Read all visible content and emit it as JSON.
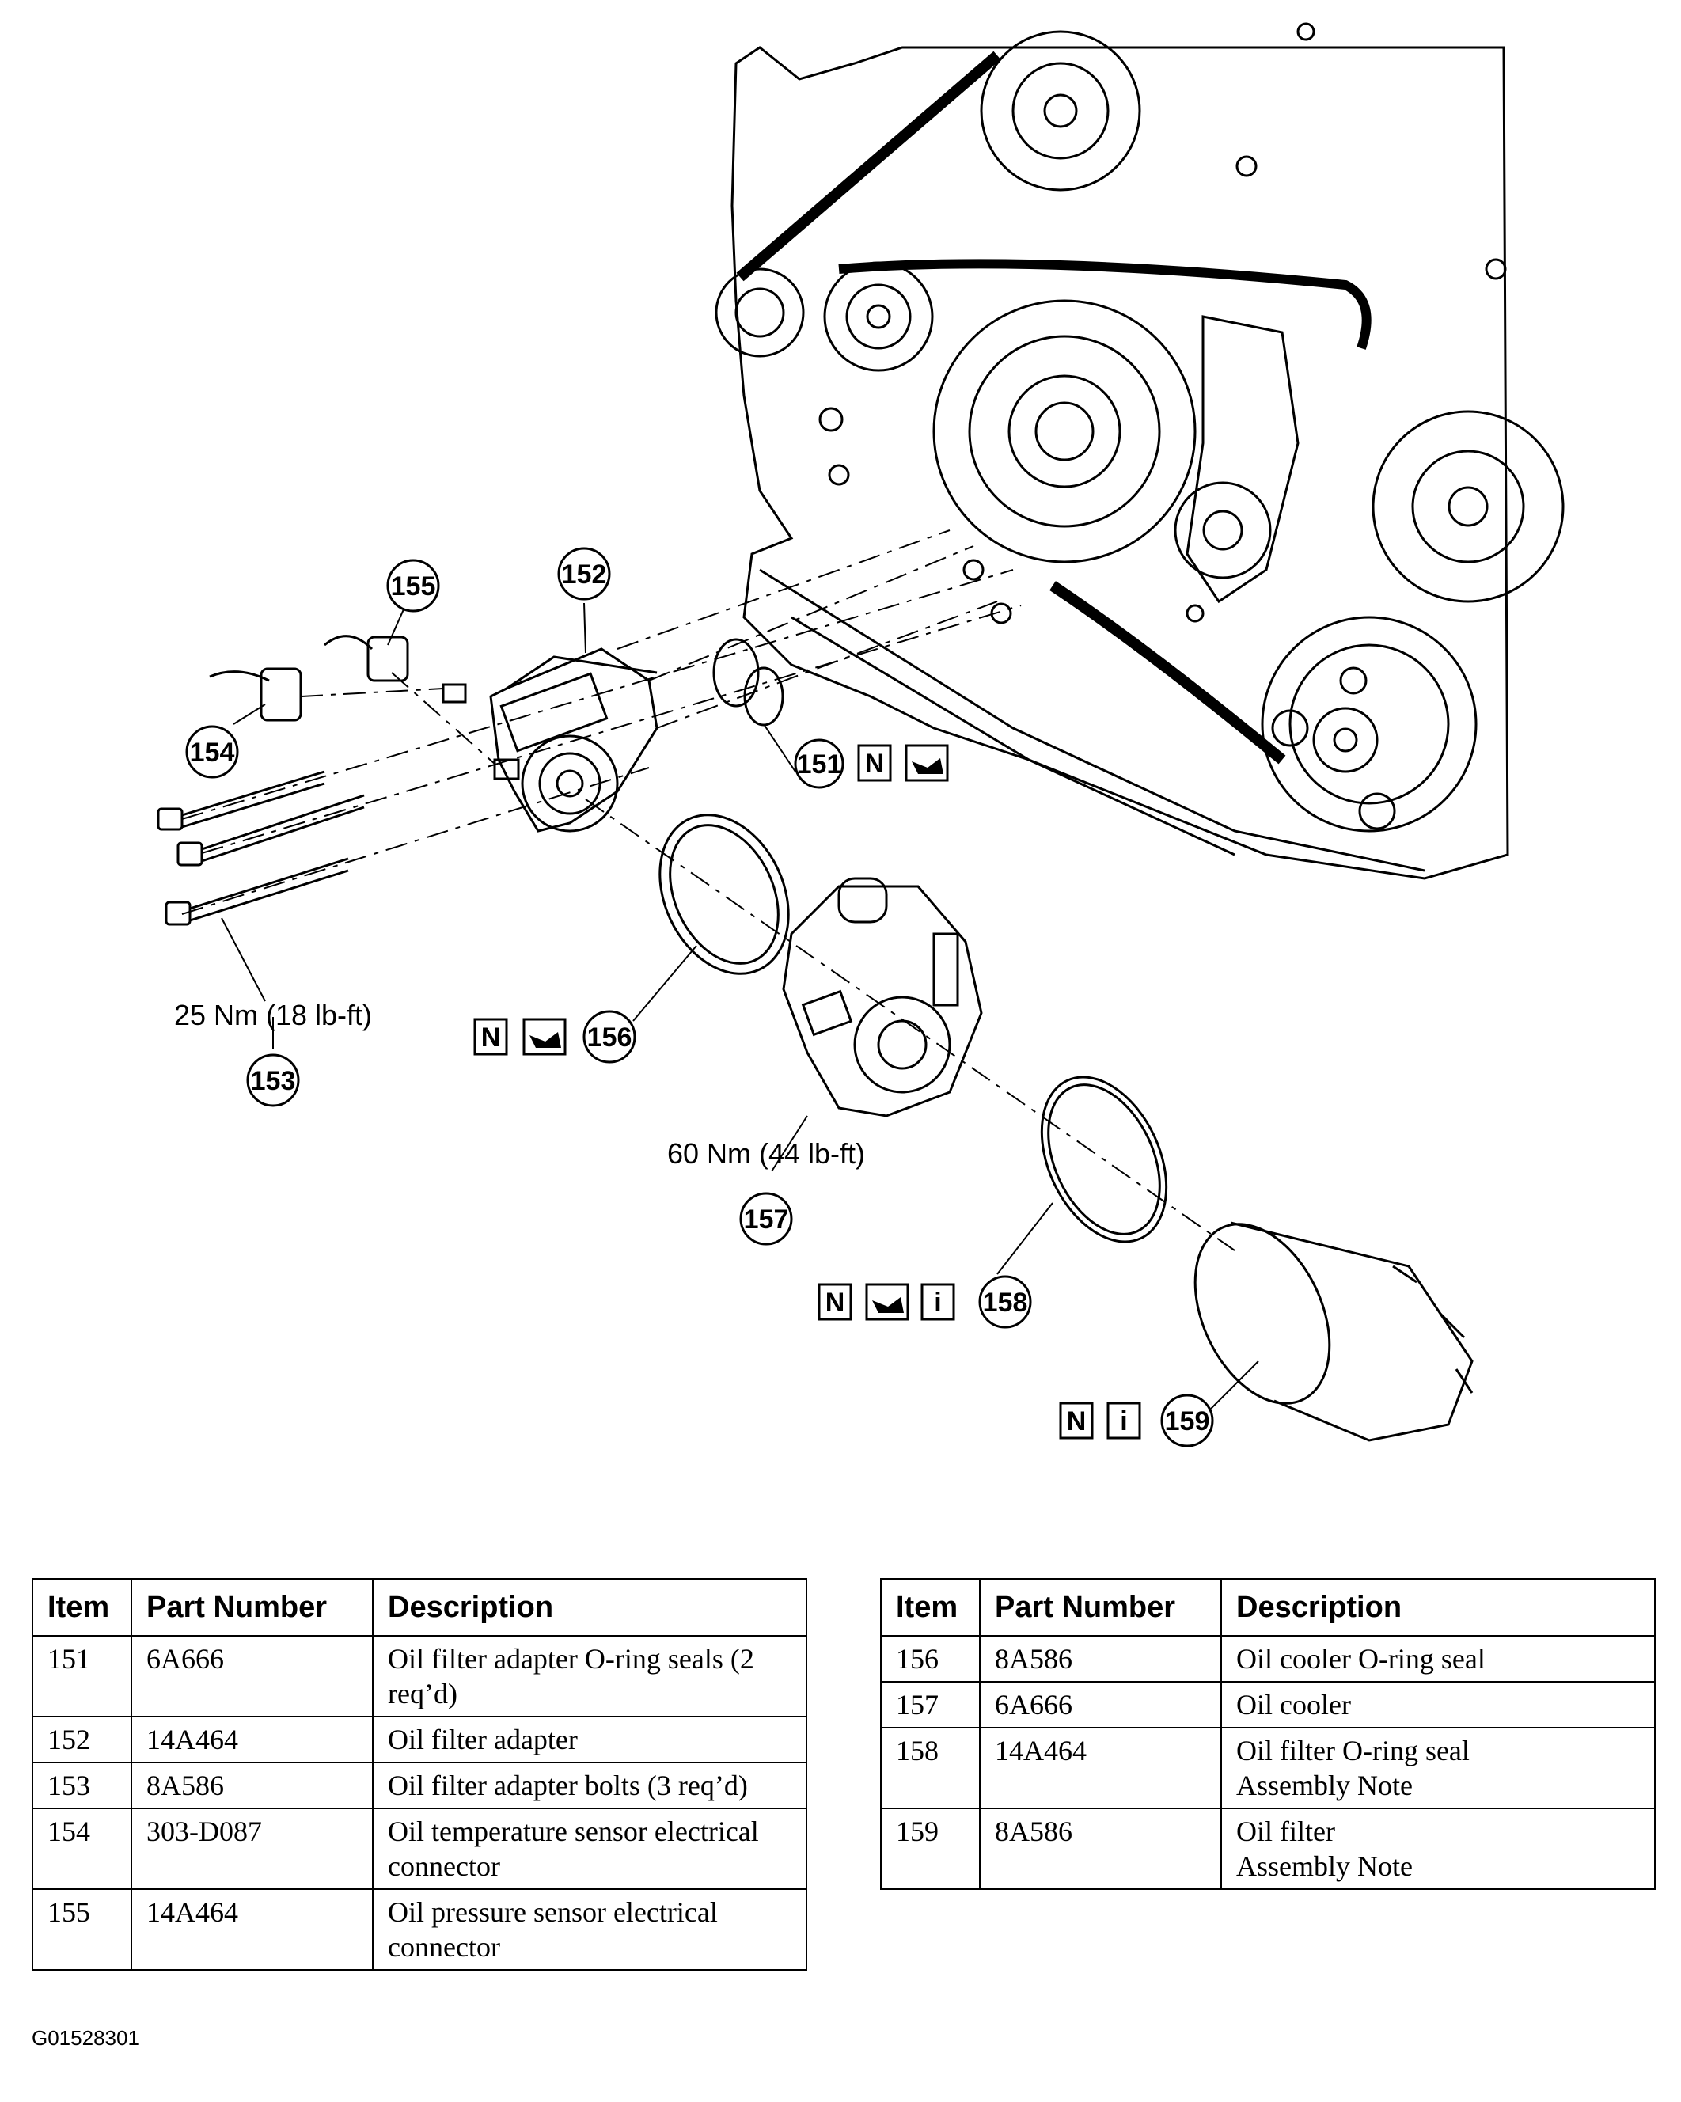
{
  "callouts": {
    "c151": "151",
    "c152": "152",
    "c153": "153",
    "c154": "154",
    "c155": "155",
    "c156": "156",
    "c157": "157",
    "c158": "158",
    "c159": "159"
  },
  "torque": {
    "bolts": "25 Nm (18 lb-ft)",
    "cooler": "60 Nm (44 lb-ft)"
  },
  "symbols": {
    "new_part_letter": "N",
    "info_letter": "i"
  },
  "table_left": {
    "headers": [
      "Item",
      "Part Number",
      "Description"
    ],
    "rows": [
      [
        "151",
        "6A666",
        "Oil filter adapter O-ring seals (2 req’d)"
      ],
      [
        "152",
        "14A464",
        "Oil filter adapter"
      ],
      [
        "153",
        "8A586",
        "Oil filter adapter bolts (3 req’d)"
      ],
      [
        "154",
        "303-D087",
        "Oil temperature sensor electrical connector"
      ],
      [
        "155",
        "14A464",
        "Oil pressure sensor electrical connector"
      ]
    ]
  },
  "table_right": {
    "headers": [
      "Item",
      "Part Number",
      "Description"
    ],
    "rows": [
      [
        "156",
        "8A586",
        "Oil cooler O-ring seal"
      ],
      [
        "157",
        "6A666",
        "Oil cooler"
      ],
      [
        "158",
        "14A464",
        "Oil filter O-ring seal",
        "Assembly Note"
      ],
      [
        "159",
        "8A586",
        "Oil filter",
        "Assembly Note"
      ]
    ]
  },
  "figure_code": "G01528301"
}
